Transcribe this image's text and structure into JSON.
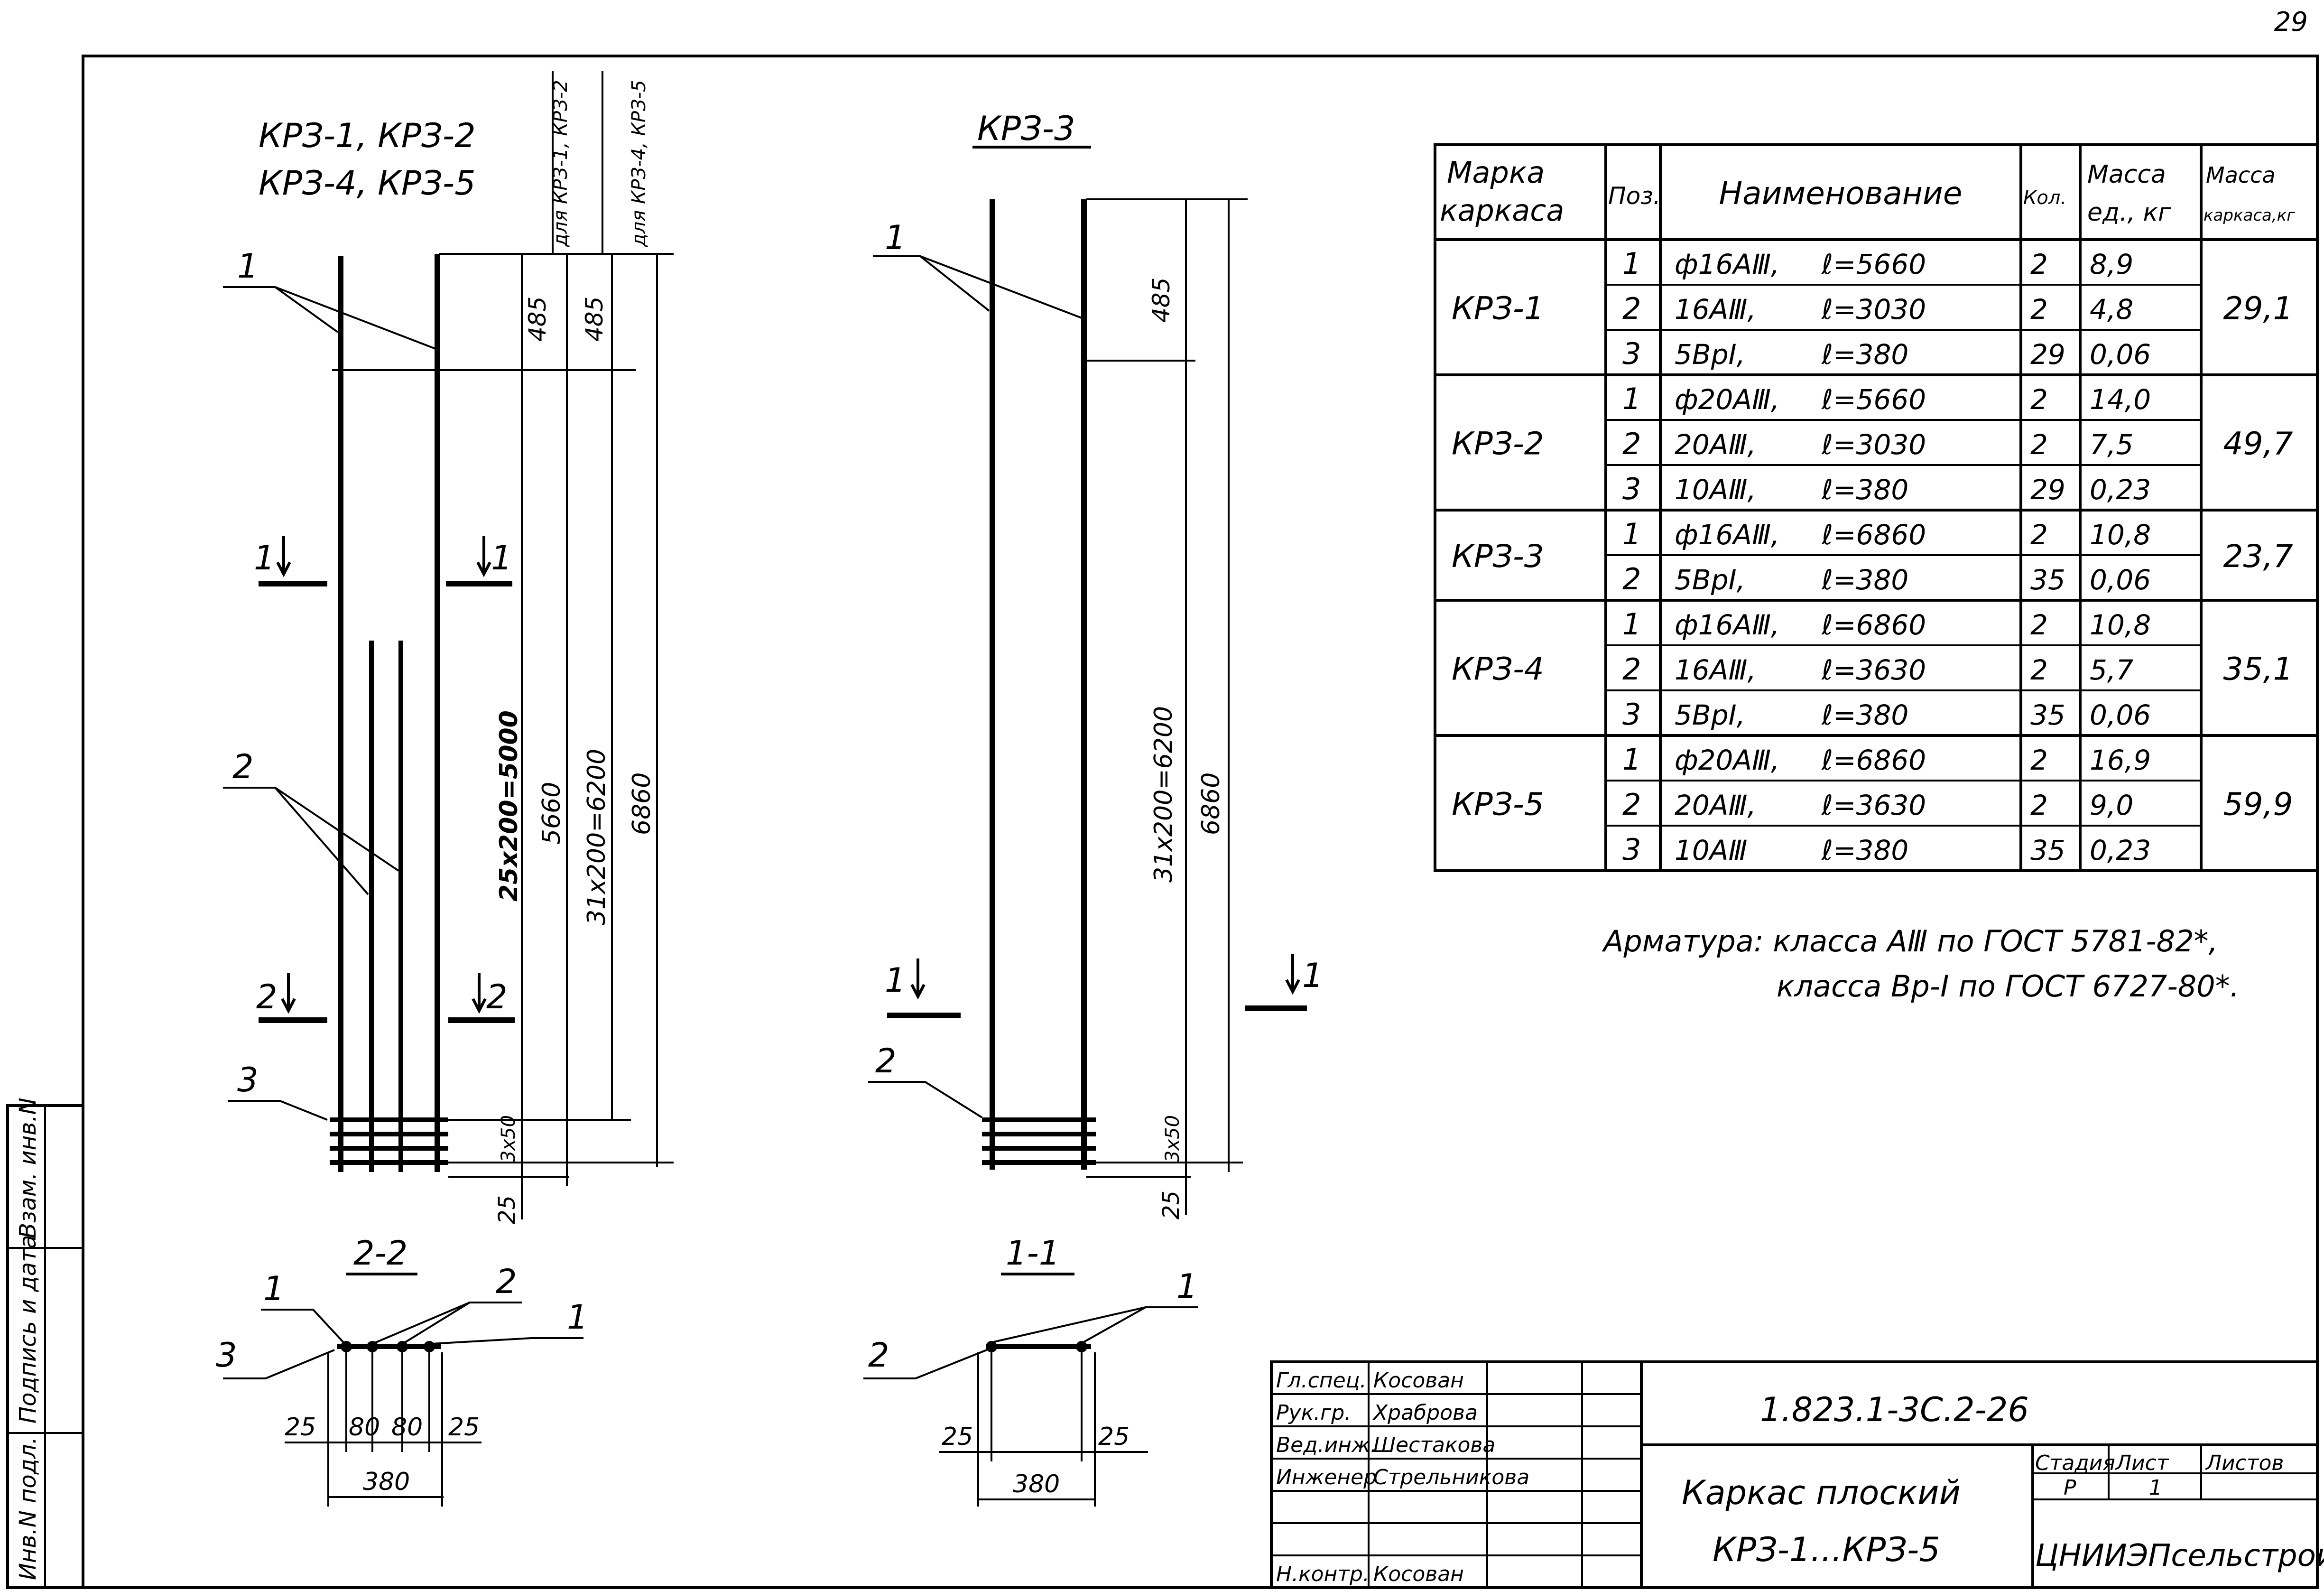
{
  "page_number": "29",
  "views": {
    "main_title_line1": "КРЗ-1, КРЗ-2",
    "main_title_line2": "КРЗ-4, КРЗ-5",
    "kr3_title": "КРЗ-3",
    "section_22": "2-2",
    "section_11": "1-1",
    "label_for_kr1_kr2": "для КРЗ-1, КРЗ-2",
    "label_for_kr4_kr5": "для КРЗ-4, КРЗ-5"
  },
  "callouts": {
    "one": "1",
    "two": "2",
    "three": "3"
  },
  "section_marks": {
    "m1": "1",
    "m2": "2"
  },
  "dimensions": {
    "d485": "485",
    "d25x200": "25x200=5000",
    "d5660": "5660",
    "d31x200": "31x200=6200",
    "d6860": "6860",
    "d3x50": "3x50",
    "d25": "25",
    "d80": "80",
    "d380": "380"
  },
  "spec_table": {
    "headers": [
      "Марка каркаса",
      "Поз.",
      "Наименование",
      "Кол.",
      "Масса ед., кг",
      "Масса каркаса, кг"
    ],
    "header_lines": {
      "marka1": "Марка",
      "marka2": "каркаса",
      "poz": "Поз.",
      "name": "Наименование",
      "kol": "Кол.",
      "massa1": "Масса",
      "massa2": "ед., кг",
      "mk1": "Масса",
      "mk2": "каркаса,кг"
    },
    "groups": [
      {
        "mark": "КРЗ-1",
        "total": "29,1",
        "rows": [
          {
            "pos": "1",
            "name": "ф16АⅢ,",
            "len": "ℓ=5660",
            "qty": "2",
            "mass": "8,9"
          },
          {
            "pos": "2",
            "name": "16АⅢ,",
            "len": "ℓ=3030",
            "qty": "2",
            "mass": "4,8"
          },
          {
            "pos": "3",
            "name": "5ВрI,",
            "len": "ℓ=380",
            "qty": "29",
            "mass": "0,06"
          }
        ]
      },
      {
        "mark": "КРЗ-2",
        "total": "49,7",
        "rows": [
          {
            "pos": "1",
            "name": "ф20АⅢ,",
            "len": "ℓ=5660",
            "qty": "2",
            "mass": "14,0"
          },
          {
            "pos": "2",
            "name": "20АⅢ,",
            "len": "ℓ=3030",
            "qty": "2",
            "mass": "7,5"
          },
          {
            "pos": "3",
            "name": "10АⅢ,",
            "len": "ℓ=380",
            "qty": "29",
            "mass": "0,23"
          }
        ]
      },
      {
        "mark": "КРЗ-3",
        "total": "23,7",
        "rows": [
          {
            "pos": "1",
            "name": "ф16АⅢ,",
            "len": "ℓ=6860",
            "qty": "2",
            "mass": "10,8"
          },
          {
            "pos": "2",
            "name": "5ВрI,",
            "len": "ℓ=380",
            "qty": "35",
            "mass": "0,06"
          }
        ]
      },
      {
        "mark": "КРЗ-4",
        "total": "35,1",
        "rows": [
          {
            "pos": "1",
            "name": "ф16АⅢ,",
            "len": "ℓ=6860",
            "qty": "2",
            "mass": "10,8"
          },
          {
            "pos": "2",
            "name": "16АⅢ,",
            "len": "ℓ=3630",
            "qty": "2",
            "mass": "5,7"
          },
          {
            "pos": "3",
            "name": "5ВрI,",
            "len": "ℓ=380",
            "qty": "35",
            "mass": "0,06"
          }
        ]
      },
      {
        "mark": "КРЗ-5",
        "total": "59,9",
        "rows": [
          {
            "pos": "1",
            "name": "ф20АⅢ,",
            "len": "ℓ=6860",
            "qty": "2",
            "mass": "16,9"
          },
          {
            "pos": "2",
            "name": "20АⅢ,",
            "len": "ℓ=3630",
            "qty": "2",
            "mass": "9,0"
          },
          {
            "pos": "3",
            "name": "10АⅢ",
            "len": "ℓ=380",
            "qty": "35",
            "mass": "0,23"
          }
        ]
      }
    ]
  },
  "notes": {
    "line1": "Арматура: класса АⅢ по ГОСТ 5781-82*,",
    "line2": "класса Вр-I по ГОСТ 6727-80*."
  },
  "title_block": {
    "doc_code": "1.823.1-3С.2-26",
    "title_line1": "Каркас плоский",
    "title_line2": "КРЗ-1...КРЗ-5",
    "stage_label": "Стадия",
    "sheet_label": "Лист",
    "sheets_label": "Листов",
    "stage": "Р",
    "sheet": "1",
    "org": "ЦНИИЭПсельстрой",
    "roles": [
      {
        "role": "Гл.спец.",
        "name": "Косован"
      },
      {
        "role": "Рук.гр.",
        "name": "Храброва"
      },
      {
        "role": "Вед.инж.",
        "name": "Шестакова"
      },
      {
        "role": "Инженер",
        "name": "Стрельникова"
      },
      {
        "role": "",
        "name": ""
      },
      {
        "role": "",
        "name": ""
      },
      {
        "role": "Н.контр.",
        "name": "Косован"
      }
    ]
  },
  "side_stamp": {
    "inv_orig": "Инв.N подл.",
    "sign_date": "Подпись и дата",
    "vzam": "Взам. инв.N"
  }
}
